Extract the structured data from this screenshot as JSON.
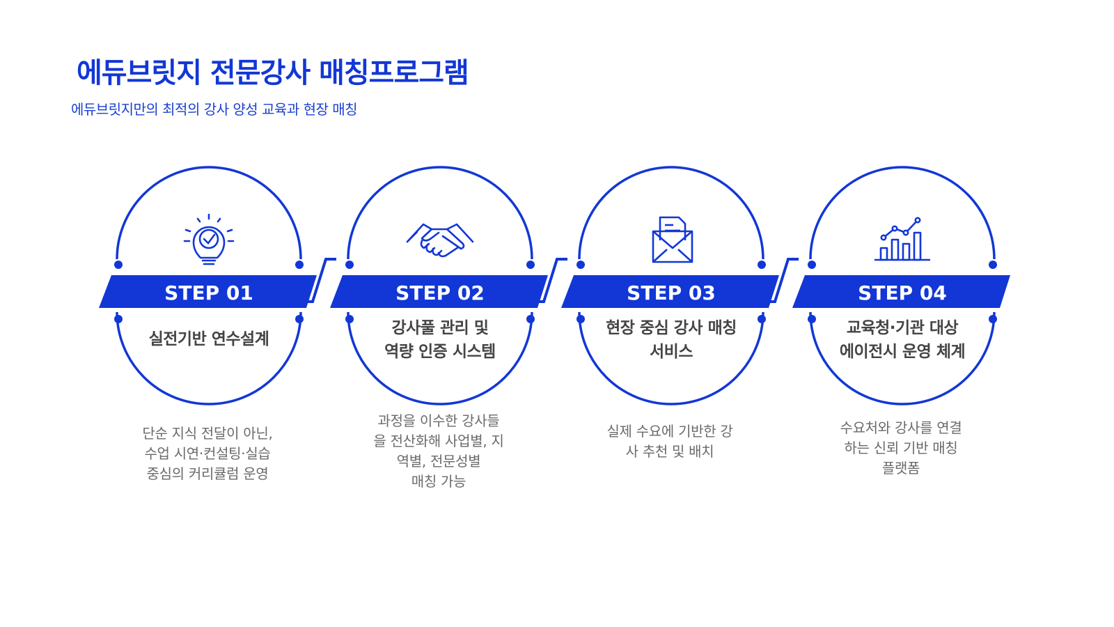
{
  "title": "에듀브릿지 전문강사 매칭프로그램",
  "subtitle": "에듀브릿지만의 최적의 강사 양성 교육과 현장 매칭",
  "accent_color": "#1237d6",
  "steps": [
    {
      "badge": "STEP 01",
      "icon": "lightbulb-check-icon",
      "label_lines": [
        "실전기반 연수설계"
      ],
      "desc_lines": [
        "단순 지식 전달이 아닌,",
        "수업 시연·컨설팅·실습",
        "중심의 커리큘럼 운영"
      ]
    },
    {
      "badge": "STEP 02",
      "icon": "handshake-icon",
      "label_lines": [
        "강사풀 관리 및",
        "역량 인증 시스템"
      ],
      "desc_lines": [
        "과정을 이수한 강사들",
        "을 전산화해 사업별, 지",
        "역별, 전문성별",
        "매칭 가능"
      ]
    },
    {
      "badge": "STEP 03",
      "icon": "envelope-document-icon",
      "label_lines": [
        "현장 중심 강사 매칭",
        "서비스"
      ],
      "desc_lines": [
        "실제 수요에 기반한 강",
        "사 추천 및 배치"
      ]
    },
    {
      "badge": "STEP 04",
      "icon": "bar-chart-trend-icon",
      "label_lines": [
        "교육청·기관 대상",
        "에이전시 운영 체계"
      ],
      "desc_lines": [
        "수요처와 강사를 연결",
        "하는 신뢰 기반 매칭",
        "플랫폼"
      ]
    }
  ]
}
